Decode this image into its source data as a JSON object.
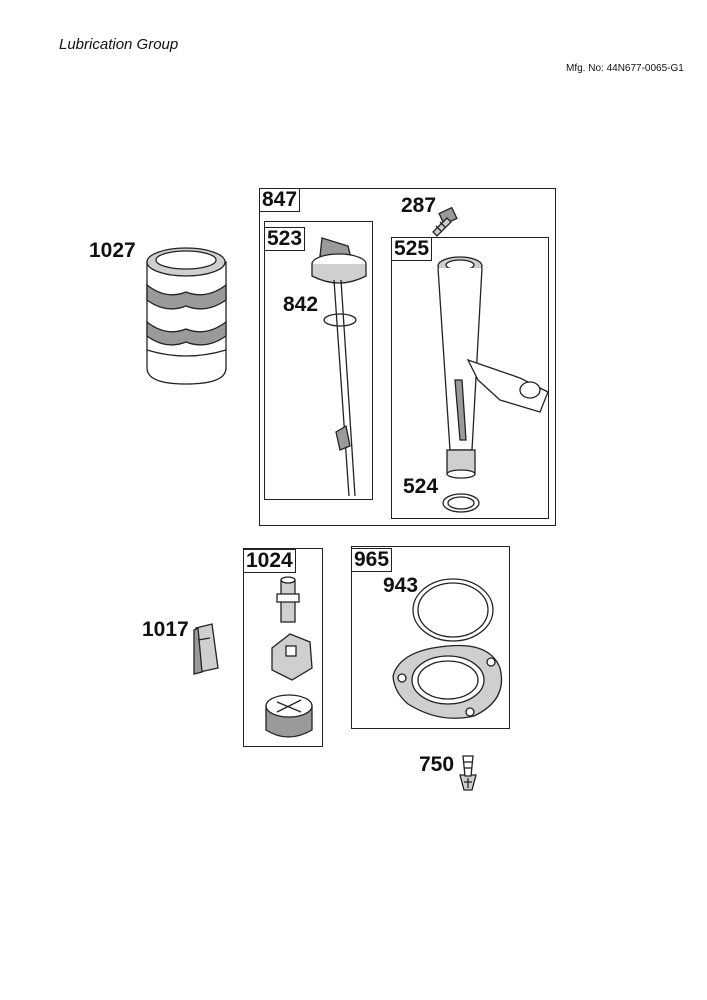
{
  "header": {
    "title": "Lubrication Group",
    "mfg_no": "Mfg. No: 44N677-0065-G1"
  },
  "parts": {
    "p847": "847",
    "p287": "287",
    "p523": "523",
    "p525": "525",
    "p842": "842",
    "p1027": "1027",
    "p524": "524",
    "p1024": "1024",
    "p965": "965",
    "p943": "943",
    "p1017": "1017",
    "p750": "750"
  }
}
